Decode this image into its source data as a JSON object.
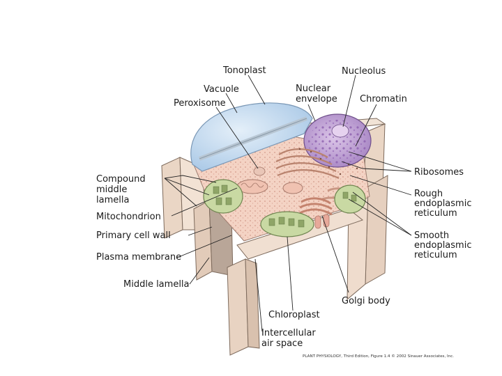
{
  "labels": {
    "tonoplast": "Tonoplast",
    "nucleolus": "Nucleolus",
    "vacuole": "Vacuole",
    "nuclear_envelope": [
      "Nuclear",
      "envelope"
    ],
    "chromatin": "Chromatin",
    "peroxisome": "Peroxisome",
    "compound_middle_lamella": [
      "Compound",
      "middle",
      "lamella"
    ],
    "ribosomes": "Ribosomes",
    "rough_er": [
      "Rough",
      "endoplasmic",
      "reticulum"
    ],
    "mitochondrion": "Mitochondrion",
    "primary_cell_wall": "Primary cell wall",
    "smooth_er": [
      "Smooth",
      "endoplasmic",
      "reticulum"
    ],
    "plasma_membrane": "Plasma membrane",
    "middle_lamella": "Middle lamella",
    "golgi_body": "Golgi body",
    "chloroplast": "Chloroplast",
    "intercellular_air_space": [
      "Intercellular",
      "air space"
    ]
  },
  "caption": "PLANT PHYSIOLOGY, Third Edition, Figure 1.4 © 2002 Sinauer Associates, Inc.",
  "colors": {
    "wall": "#ecd9c9",
    "wall_edge": "#7d6a5c",
    "cytoplasm": "#f4d3c4",
    "vacuole": "#cfe2f3",
    "nucleus": "#c8a8d8",
    "chloroplast": "#c9d9a3",
    "thylakoid": "#8fa567",
    "golgi": "#d5a391"
  }
}
